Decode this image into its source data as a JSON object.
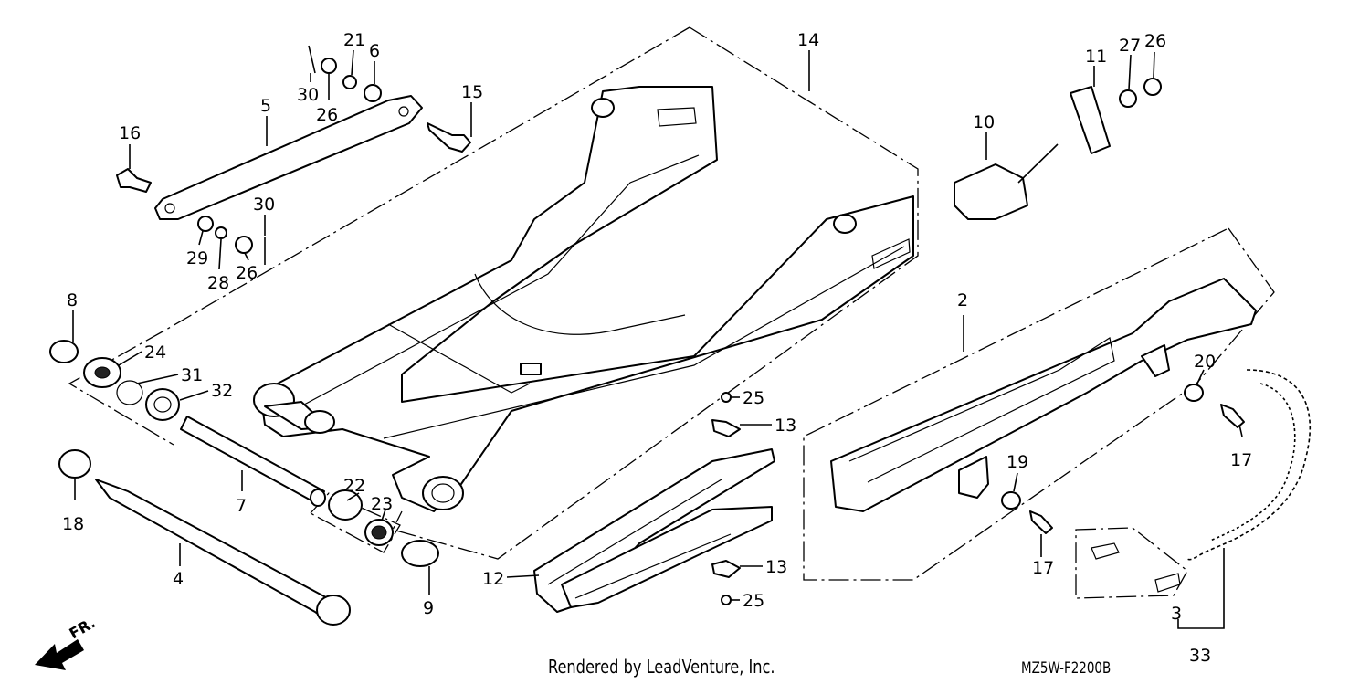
{
  "callouts": {
    "c1": "2",
    "c2": "3",
    "c3": "4",
    "c4": "5",
    "c5": "6",
    "c6": "7",
    "c7": "8",
    "c8": "9",
    "c9": "10",
    "c10": "11",
    "c11": "12",
    "c12": "13",
    "c13": "13",
    "c14": "14",
    "c15": "15",
    "c16": "16",
    "c17": "17",
    "c18": "17",
    "c19": "18",
    "c20": "19",
    "c21": "20",
    "c22": "21",
    "c23": "22",
    "c24": "23",
    "c25": "24",
    "c26": "25",
    "c27": "25",
    "c28": "26",
    "c29": "26",
    "c30": "26",
    "c31": "27",
    "c32": "28",
    "c33": "29",
    "c34": "30",
    "c35": "30",
    "c36": "31",
    "c37": "32",
    "c38": "33"
  },
  "footer": {
    "credit": "Rendered by LeadVenture, Inc.",
    "code": "MZ5W-F2200B",
    "front_marker": "FR."
  }
}
